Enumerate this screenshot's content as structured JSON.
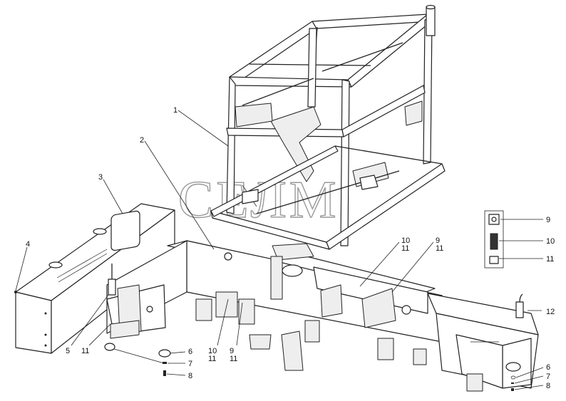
{
  "watermark": "СЕЛМ",
  "labels": {
    "n1": "1",
    "n2": "2",
    "n3": "3",
    "n4": "4",
    "n5": "5",
    "n11a": "11",
    "n6a": "6",
    "n7a": "7",
    "n8a": "8",
    "n10b": "10",
    "n11b": "11",
    "n9b": "9",
    "n11c": "11",
    "n10c": "10",
    "n11d": "11",
    "n9c": "9",
    "n11e": "11",
    "n9r": "9",
    "n10r": "10",
    "n11r": "11",
    "n12": "12",
    "n6b": "6",
    "n7b": "7",
    "n8b": "8"
  }
}
